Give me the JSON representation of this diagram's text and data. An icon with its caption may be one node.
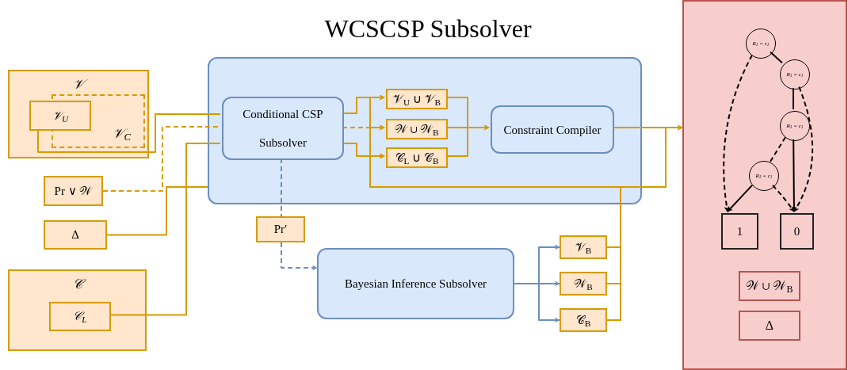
{
  "diagram": {
    "title": "WCSCSP Subsolver",
    "nodes": [
      {
        "text": [
          "𝒱"
        ]
      },
      {
        "text": [
          "𝒱$_{U}$"
        ],
        "in": 0
      },
      {
        "text": [
          "𝒱$_{C}$"
        ],
        "in": 0
      },
      {
        "text": [
          "Pr ∨ 𝒲"
        ]
      },
      {
        "text": [
          "Δ"
        ]
      },
      {
        "text": [
          "𝒞"
        ]
      },
      {
        "text": [
          "𝒞$_{L}$"
        ],
        "in": 5
      },
      {
        "text": [],
        "shape": "box"
      },
      {
        "text": [
          "Conditional CSP Subsolver"
        ],
        "in": 7
      },
      {
        "text": [
          "𝒱$_{U}$ ∪ 𝒱$_{B}$"
        ],
        "in": 7
      },
      {
        "text": [
          "𝒲 ∪ 𝒲$_{B}$"
        ],
        "in": 7
      },
      {
        "text": [
          "𝒞$_{L}$ ∪ 𝒞$_{B}$"
        ],
        "in": 7
      },
      {
        "text": [
          "Constraint Compiler"
        ],
        "in": 7
      },
      {
        "text": [
          "Pr′"
        ]
      },
      {
        "text": [
          "Bayesian Inference Subsolver"
        ]
      },
      {
        "text": [
          "𝒱$_{B}$"
        ]
      },
      {
        "text": [
          "𝒲$_{B}$"
        ]
      },
      {
        "text": [
          "𝒞$_{B}$"
        ]
      },
      {
        "text": [],
        "shape": "box"
      },
      {
        "text": [
          "R$_{1}$ = c$_{1}$"
        ],
        "in": 18
      },
      {
        "text": [
          "R$_{1}$ = c$_{1}$"
        ],
        "in": 18
      },
      {
        "text": [
          "R$_{1}$ = c$_{1}$"
        ],
        "in": 18
      },
      {
        "text": [
          "R$_{1}$ = c$_{1}$"
        ],
        "in": 18
      },
      {
        "text": [
          "1"
        ],
        "in": 18
      },
      {
        "text": [
          "0"
        ],
        "in": 18
      },
      {
        "text": [
          "𝒲 ∪ 𝒲$_{B}$"
        ],
        "in": 18
      },
      {
        "text": [
          "Δ"
        ],
        "in": 18
      }
    ],
    "edges": [
      {
        "from": 1,
        "to": 8,
        "arrow": "none"
      },
      {
        "from": 3,
        "to": 8,
        "arrow": "none",
        "style": "dashed"
      },
      {
        "from": 4,
        "to": 7,
        "arrow": "none"
      },
      {
        "from": 6,
        "to": 8,
        "arrow": "none"
      },
      {
        "from": 8,
        "to": 9,
        "arrow": "to"
      },
      {
        "from": 8,
        "to": 10,
        "arrow": "to",
        "style": "dashed"
      },
      {
        "from": 8,
        "to": 11,
        "arrow": "to"
      },
      {
        "from": 9,
        "to": 12,
        "arrow": "to"
      },
      {
        "from": 10,
        "to": 12,
        "arrow": "to"
      },
      {
        "from": 11,
        "to": 12,
        "arrow": "to"
      },
      {
        "from": 12,
        "to": 18,
        "arrow": "to"
      },
      {
        "from": 8,
        "to": 13,
        "arrow": "none",
        "style": "dashed",
        "color": "#6c8ebf"
      },
      {
        "from": 13,
        "to": 14,
        "arrow": "to",
        "style": "dashed",
        "color": "#6c8ebf"
      },
      {
        "from": 14,
        "to": 15,
        "arrow": "to",
        "color": "#6c8ebf"
      },
      {
        "from": 14,
        "to": 16,
        "arrow": "to",
        "color": "#6c8ebf"
      },
      {
        "from": 14,
        "to": 17,
        "arrow": "to",
        "color": "#6c8ebf"
      },
      {
        "from": 15,
        "to": 9,
        "arrow": "to"
      },
      {
        "from": 15,
        "to": 10,
        "arrow": "to"
      },
      {
        "from": 15,
        "to": 11,
        "arrow": "to"
      },
      {
        "from": 15,
        "to": 18,
        "arrow": "to"
      },
      {
        "from": 16,
        "to": 9,
        "arrow": "to"
      },
      {
        "from": 16,
        "to": 10,
        "arrow": "to"
      },
      {
        "from": 16,
        "to": 11,
        "arrow": "to"
      },
      {
        "from": 16,
        "to": 18,
        "arrow": "to"
      },
      {
        "from": 17,
        "to": 9,
        "arrow": "to"
      },
      {
        "from": 17,
        "to": 10,
        "arrow": "to"
      },
      {
        "from": 17,
        "to": 11,
        "arrow": "to"
      },
      {
        "from": 17,
        "to": 18,
        "arrow": "to"
      },
      {
        "from": 19,
        "to": 20,
        "arrow": "none",
        "color": "#000000"
      },
      {
        "from": 20,
        "to": 21,
        "arrow": "none",
        "color": "#000000"
      },
      {
        "from": 21,
        "to": 24,
        "arrow": "to",
        "color": "#000000"
      },
      {
        "from": 19,
        "to": 23,
        "arrow": "to",
        "style": "dashed",
        "color": "#000000"
      },
      {
        "from": 20,
        "to": 24,
        "arrow": "to",
        "style": "dashed",
        "color": "#000000"
      },
      {
        "from": 21,
        "to": 22,
        "arrow": "none",
        "style": "dashed",
        "color": "#000000"
      },
      {
        "from": 22,
        "to": 23,
        "arrow": "to",
        "color": "#000000"
      },
      {
        "from": 22,
        "to": 24,
        "arrow": "to",
        "style": "dashed",
        "color": "#000000"
      }
    ]
  }
}
